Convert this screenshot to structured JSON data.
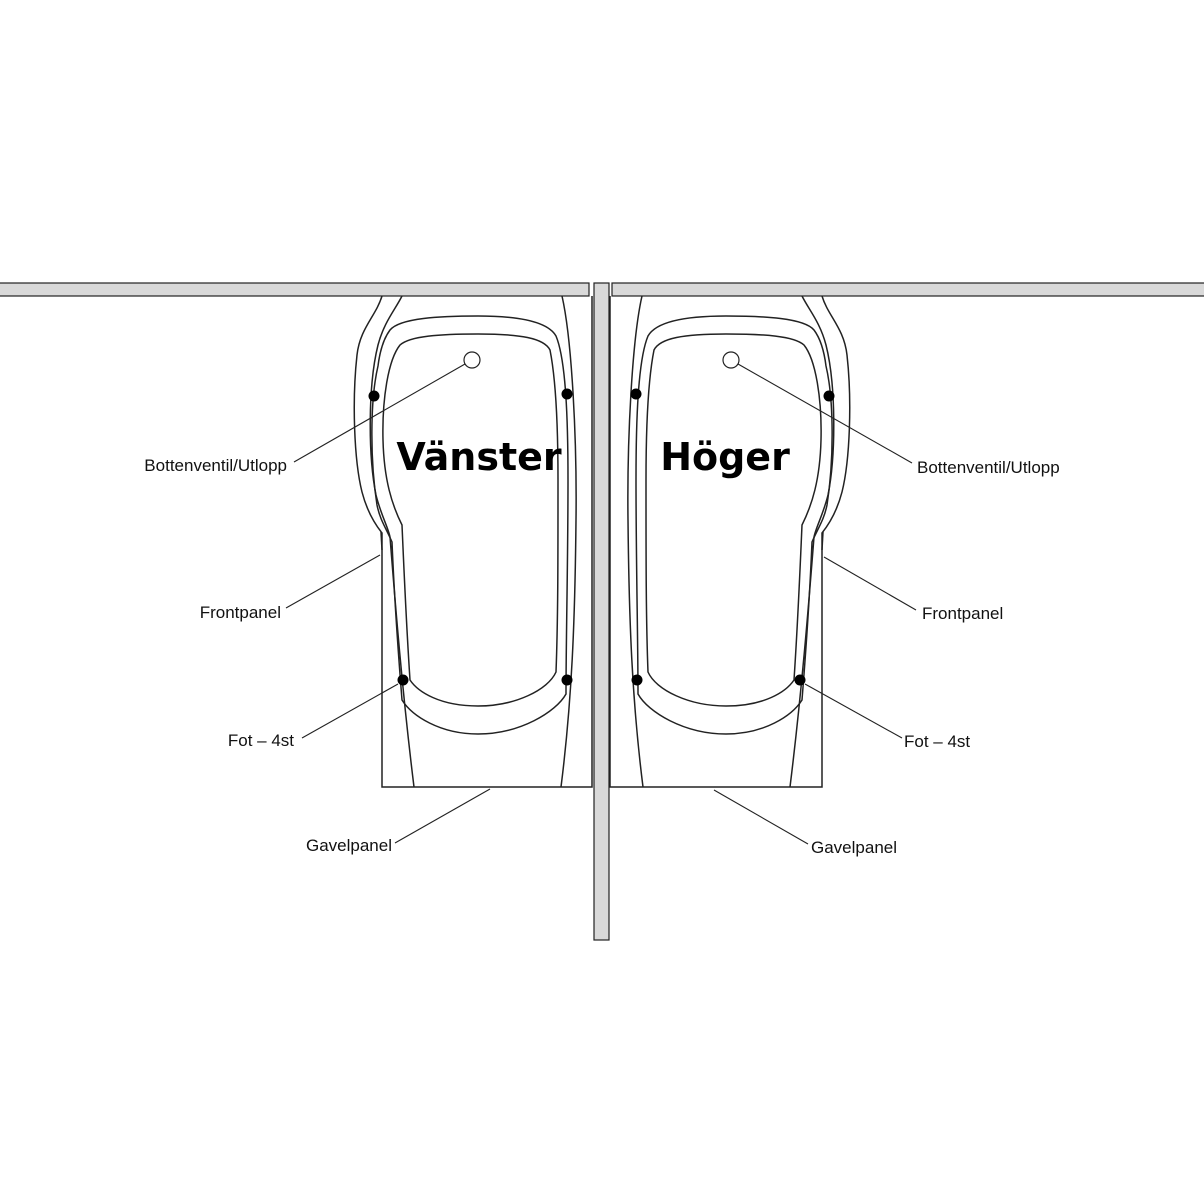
{
  "tubs": {
    "left": {
      "title": "Vänster"
    },
    "right": {
      "title": "Höger"
    }
  },
  "labels": {
    "drain": "Bottenventil/Utlopp",
    "front_panel": "Frontpanel",
    "feet": "Fot – 4st",
    "end_panel": "Gavelpanel"
  },
  "colors": {
    "wall": "#d9d9d9",
    "line": "#222222",
    "foot": "#000000"
  }
}
